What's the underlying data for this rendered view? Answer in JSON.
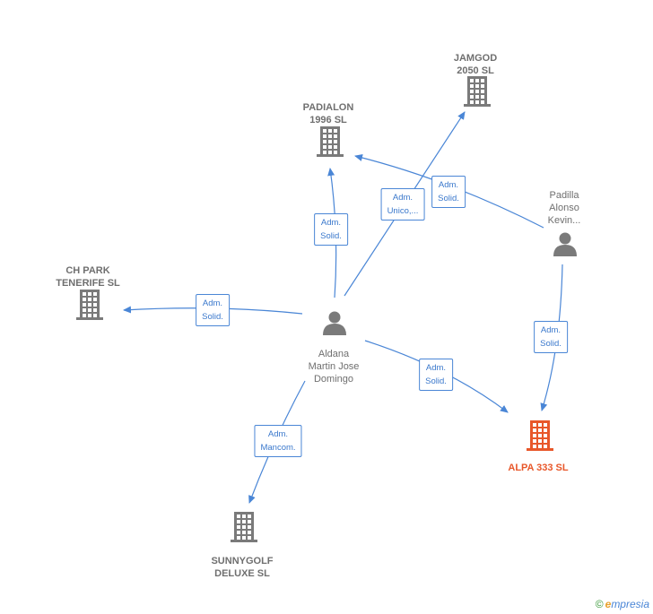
{
  "nodes": {
    "jamgod": {
      "lines": [
        "JAMGOD",
        "2050  SL"
      ],
      "type": "company",
      "icon": "building-icon"
    },
    "padialon": {
      "lines": [
        "PADIALON",
        "1996  SL"
      ],
      "type": "company",
      "icon": "building-icon"
    },
    "chpark": {
      "lines": [
        "CH PARK",
        "TENERIFE  SL"
      ],
      "type": "company",
      "icon": "building-icon"
    },
    "sunnygolf": {
      "lines": [
        "SUNNYGOLF",
        "DELUXE SL"
      ],
      "type": "company",
      "icon": "building-icon"
    },
    "alpa": {
      "lines": [
        "ALPA 333  SL"
      ],
      "type": "company",
      "icon": "building-icon",
      "highlight": true
    },
    "aldana": {
      "lines": [
        "Aldana",
        "Martin Jose",
        "Domingo"
      ],
      "type": "person",
      "icon": "person-icon"
    },
    "padilla": {
      "lines": [
        "Padilla",
        "Alonso",
        "Kevin..."
      ],
      "type": "person",
      "icon": "person-icon"
    }
  },
  "edges": [
    {
      "from": "aldana",
      "to": "padialon",
      "label": [
        "Adm.",
        "Solid."
      ]
    },
    {
      "from": "aldana",
      "to": "jamgod",
      "label": [
        "Adm.",
        "Unico,..."
      ]
    },
    {
      "from": "padilla",
      "to": "padialon",
      "label": [
        "Adm.",
        "Solid."
      ]
    },
    {
      "from": "aldana",
      "to": "chpark",
      "label": [
        "Adm.",
        "Solid."
      ]
    },
    {
      "from": "aldana",
      "to": "alpa",
      "label": [
        "Adm.",
        "Solid."
      ]
    },
    {
      "from": "padilla",
      "to": "alpa",
      "label": [
        "Adm.",
        "Solid."
      ]
    },
    {
      "from": "aldana",
      "to": "sunnygolf",
      "label": [
        "Adm.",
        "Mancom."
      ]
    }
  ],
  "colors": {
    "edge": "#4a86d6",
    "icon": "#7a7a7a",
    "highlight": "#e8572a"
  },
  "watermark": {
    "symbol": "©",
    "initial": "e",
    "text": "mpresia"
  }
}
